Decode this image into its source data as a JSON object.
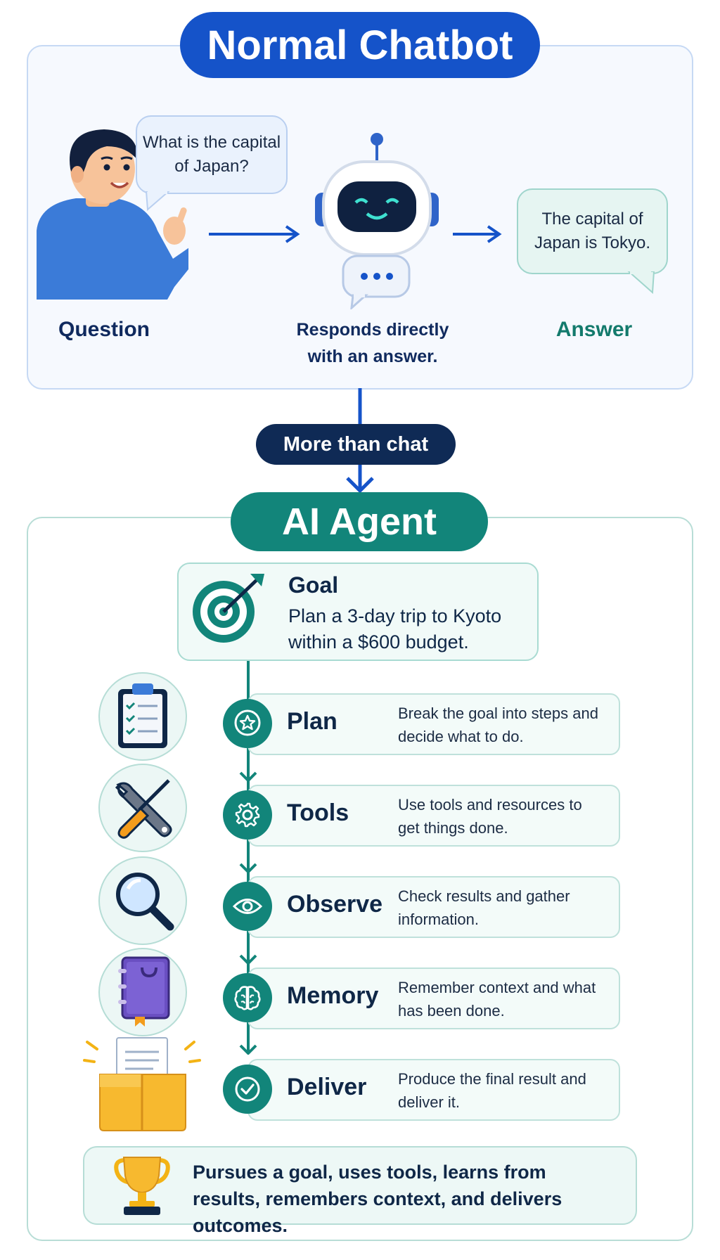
{
  "top": {
    "title": "Normal Chatbot",
    "question_bubble": "What is the capital of Japan?",
    "answer_bubble": "The capital of Japan is Tokyo.",
    "question_label": "Question",
    "middle_label": "Responds directly with an answer.",
    "answer_label": "Answer"
  },
  "connector": {
    "label": "More than chat"
  },
  "agent": {
    "title": "AI Agent",
    "goal": {
      "title": "Goal",
      "text": "Plan a 3-day trip to Kyoto within a $600 budget."
    },
    "steps": [
      {
        "title": "Plan",
        "desc": "Break the goal into steps and decide what to do."
      },
      {
        "title": "Tools",
        "desc": "Use tools and resources to get things done."
      },
      {
        "title": "Observe",
        "desc": "Check results and gather information."
      },
      {
        "title": "Memory",
        "desc": "Remember context and what has been done."
      },
      {
        "title": "Deliver",
        "desc": "Produce the final result and deliver it."
      }
    ],
    "summary": "Pursues a goal, uses tools, learns from results, remembers context, and delivers outcomes."
  },
  "colors": {
    "blue": "#1553c9",
    "navy": "#0f2a55",
    "teal": "#12857a"
  }
}
